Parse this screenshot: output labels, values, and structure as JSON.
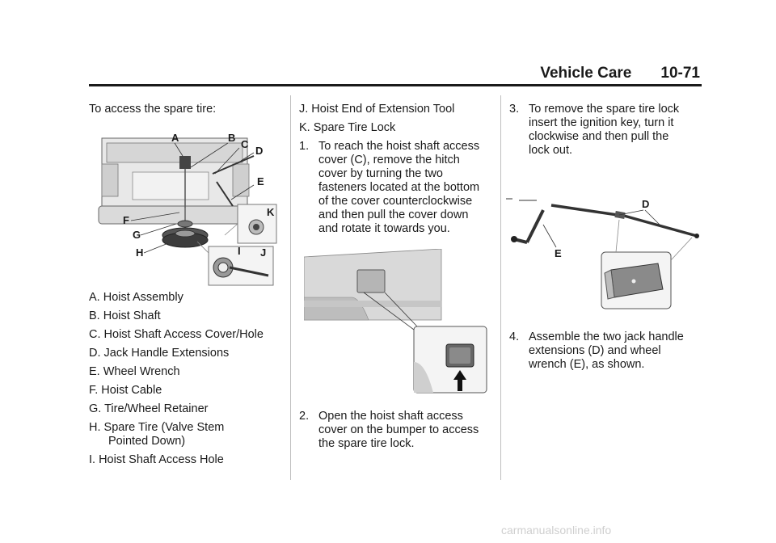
{
  "header": {
    "section": "Vehicle Care",
    "page": "10-71"
  },
  "intro": "To access the spare tire:",
  "legend": [
    "A.  Hoist Assembly",
    "B.  Hoist Shaft",
    "C.  Hoist Shaft Access Cover/Hole",
    "D.  Jack Handle Extensions",
    "E.  Wheel Wrench",
    "F.  Hoist Cable",
    "G.  Tire/Wheel Retainer",
    "H.  Spare Tire (Valve Stem",
    "Pointed Down)",
    "I.  Hoist Shaft Access Hole",
    "J.  Hoist End of Extension Tool",
    "K.  Spare Tire Lock"
  ],
  "steps": [
    {
      "num": "1.",
      "lines": [
        "To reach the hoist shaft access",
        "cover (C), remove the hitch",
        "cover by turning the two",
        "fasteners located at the bottom",
        "of the cover counterclockwise",
        "and then pull the cover down",
        "and rotate it towards you."
      ]
    },
    {
      "num": "2.",
      "lines": [
        "Open the hoist shaft access",
        "cover on the bumper to access",
        "the spare tire lock."
      ]
    },
    {
      "num": "3.",
      "lines": [
        "To remove the spare tire lock",
        "insert the ignition key, turn it",
        "clockwise and then pull the",
        "lock out."
      ]
    },
    {
      "num": "4.",
      "lines": [
        "Assemble the two jack handle",
        "extensions (D) and wheel",
        "wrench (E), as shown."
      ]
    }
  ],
  "figure1_labels": {
    "A": "A",
    "B": "B",
    "C": "C",
    "D": "D",
    "E": "E",
    "F": "F",
    "G": "G",
    "H": "H",
    "I": "I",
    "J": "J",
    "K": "K"
  },
  "figure3_labels": {
    "D": "D",
    "E": "E"
  },
  "footer": "carmanualsonline.info"
}
